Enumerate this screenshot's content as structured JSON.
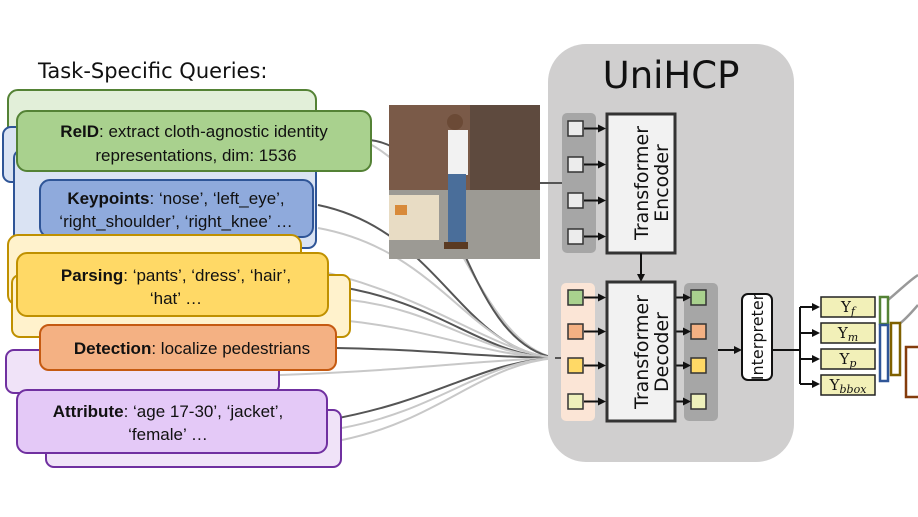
{
  "heading": "Task-Specific Queries:",
  "queries": [
    {
      "bold": "ReID",
      "line1": ": extract cloth-agnostic identity",
      "line2": "representations, dim: 1536",
      "fill": "#a9d18e",
      "stroke": "#548235"
    },
    {
      "bold": "Keypoints",
      "line1": ": ‘nose’, ‘left_eye’,",
      "line2": "‘right_shoulder’, ‘right_knee’ …",
      "fill": "#8faadc",
      "stroke": "#2f5597"
    },
    {
      "bold": "Parsing",
      "line1": ": ‘pants’, ‘dress’, ‘hair’,",
      "line2": "‘hat’ …",
      "fill": "#ffd966",
      "stroke": "#bf9000"
    },
    {
      "bold": "Detection",
      "line1": ": localize pedestrians",
      "line2": "",
      "fill": "#f4b183",
      "stroke": "#c55a11"
    },
    {
      "bold": "Attribute",
      "line1": ": ‘age  17-30’, ‘jacket’,",
      "line2": "‘female’ …",
      "fill": "#e4c9f7",
      "stroke": "#7030a0"
    }
  ],
  "model": {
    "title": "UniHCP",
    "encoder": [
      "Transformer",
      "Encoder"
    ],
    "decoder": [
      "Transformer",
      "Decoder"
    ],
    "interpreter": "Interpreter"
  },
  "outputs": [
    {
      "base": "Y",
      "sub": "f"
    },
    {
      "base": "Y",
      "sub": "m"
    },
    {
      "base": "Y",
      "sub": "p"
    },
    {
      "base": "Y",
      "sub": "bbox"
    }
  ],
  "colors": {
    "panel": "#d0cfcf",
    "token_gray": "#a6a6a6",
    "token_pink": "#fbe5d6"
  }
}
